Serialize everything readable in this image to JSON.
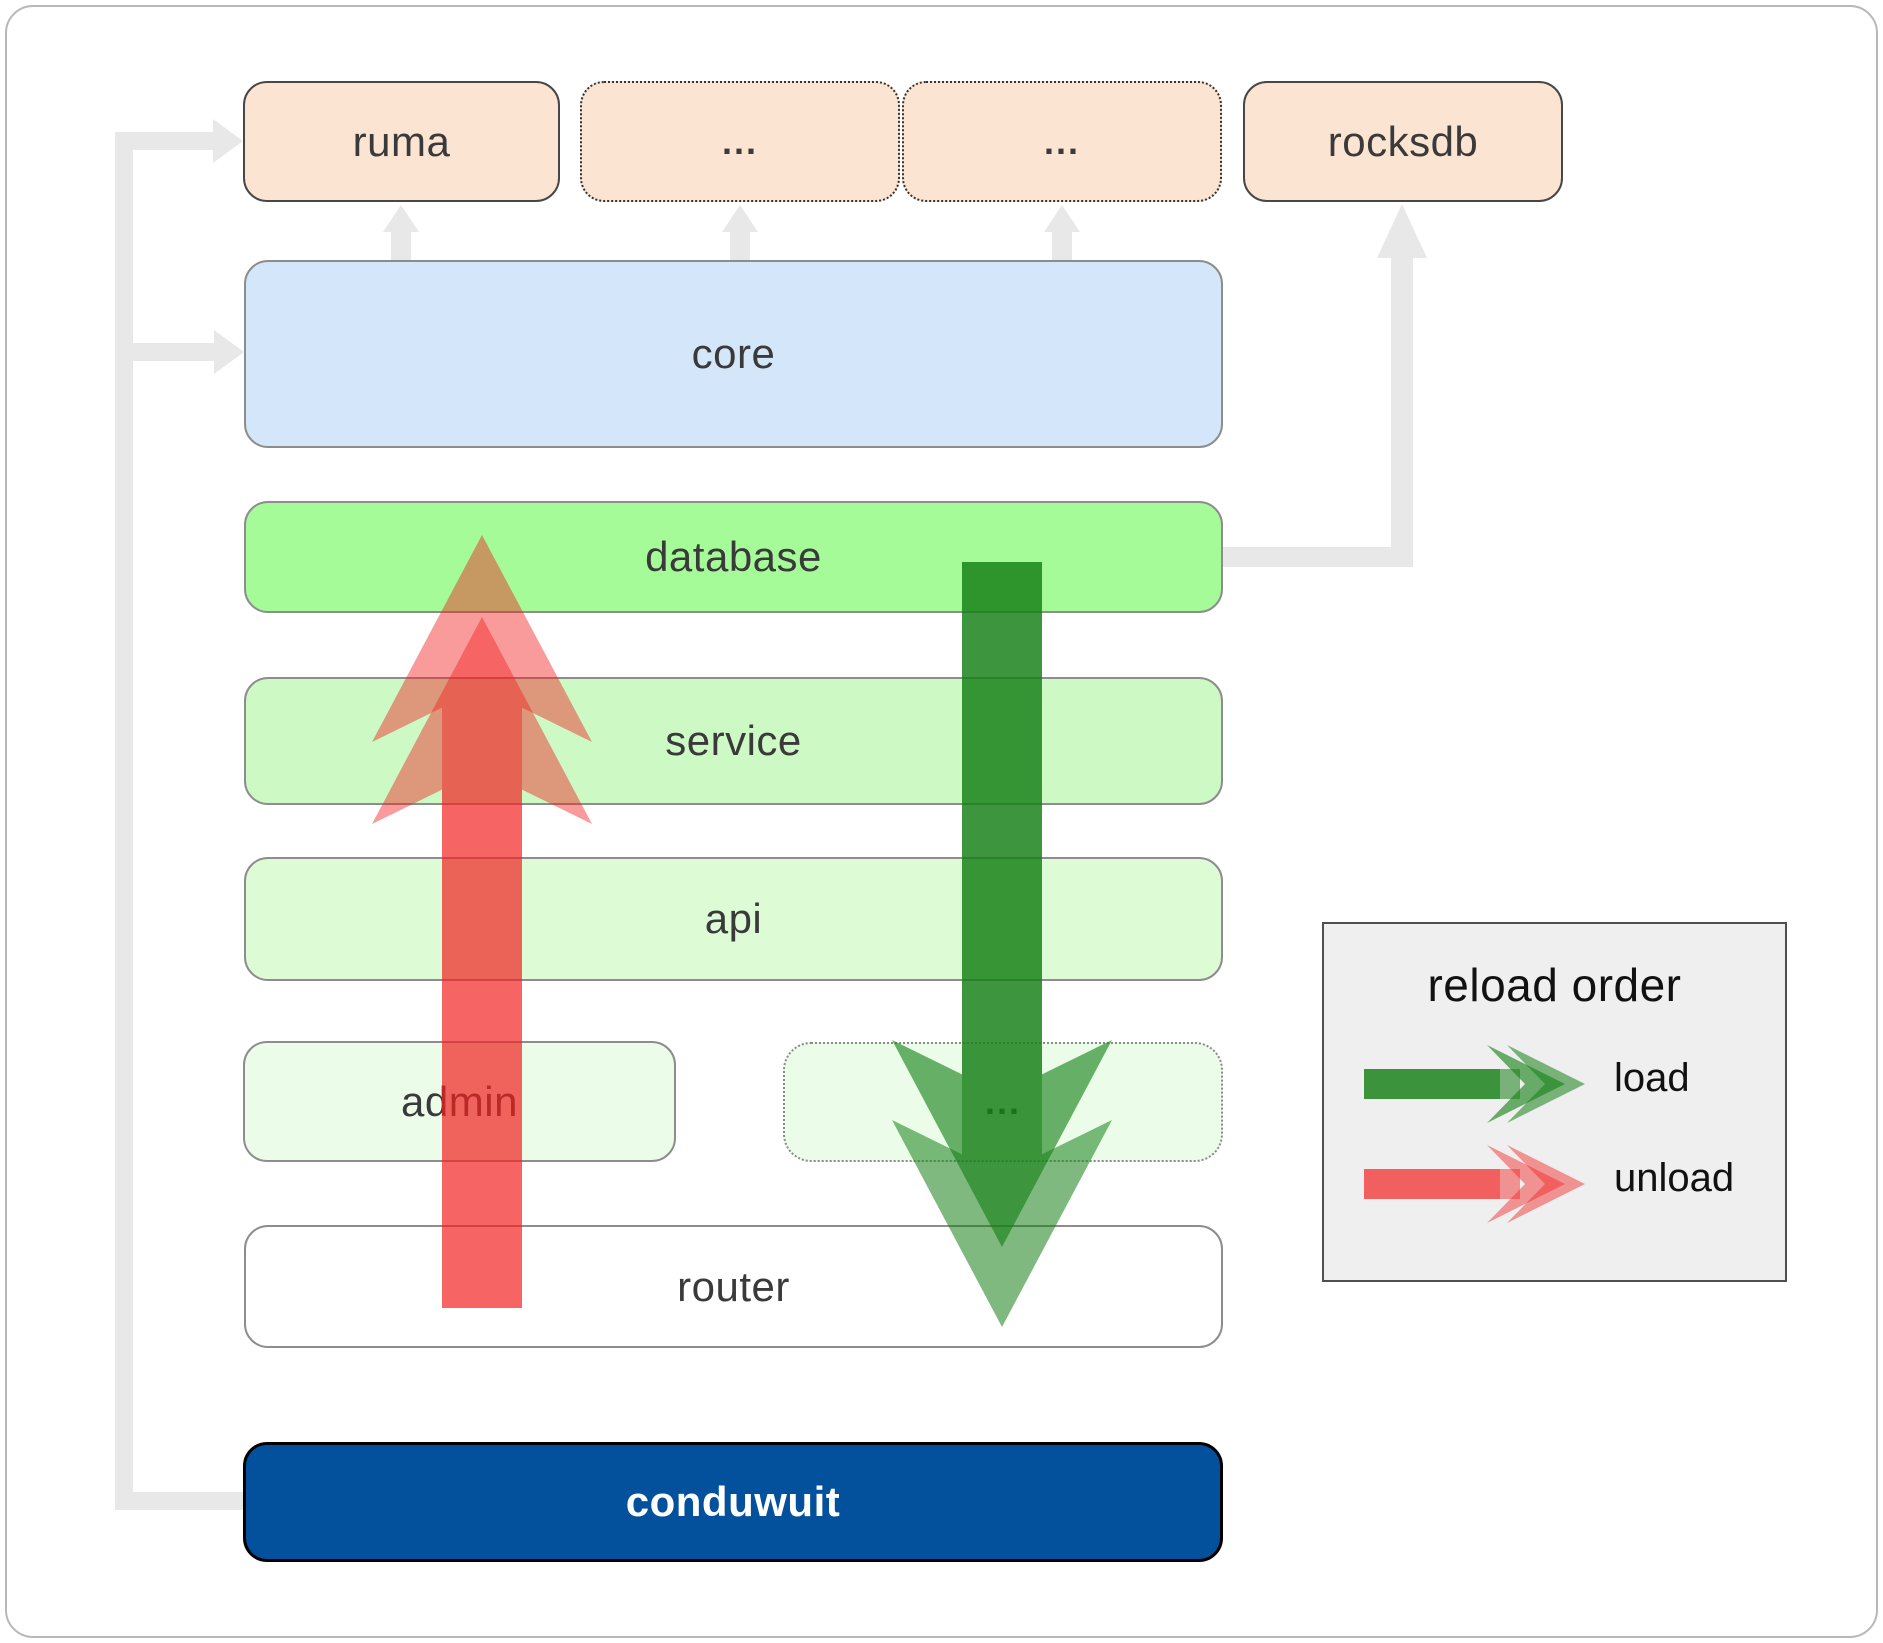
{
  "nodes": {
    "ruma": {
      "label": "ruma"
    },
    "dots_top_1": {
      "label": "..."
    },
    "dots_top_2": {
      "label": "..."
    },
    "rocksdb": {
      "label": "rocksdb"
    },
    "core": {
      "label": "core"
    },
    "database": {
      "label": "database"
    },
    "service": {
      "label": "service"
    },
    "api": {
      "label": "api"
    },
    "admin": {
      "label": "admin"
    },
    "dots_admin": {
      "label": "..."
    },
    "router": {
      "label": "router"
    },
    "conduwuit": {
      "label": "conduwuit"
    }
  },
  "legend": {
    "title": "reload order",
    "items": [
      {
        "label": "load"
      },
      {
        "label": "unload"
      }
    ]
  },
  "colors": {
    "load_arrow": "#157f15",
    "unload_arrow": "#f22222",
    "connector": "#e8e8e8",
    "external_fill": "#fbe4d2",
    "core_fill": "#d4e7fa",
    "database_fill": "#a5fb98",
    "service_fill": "#cdf9c5",
    "api_fill": "#ddfcd6",
    "admin_fill": "#ebfde9",
    "router_fill": "#ffffff",
    "conduwuit_fill": "#03509c",
    "legend_bg": "#efefef"
  }
}
